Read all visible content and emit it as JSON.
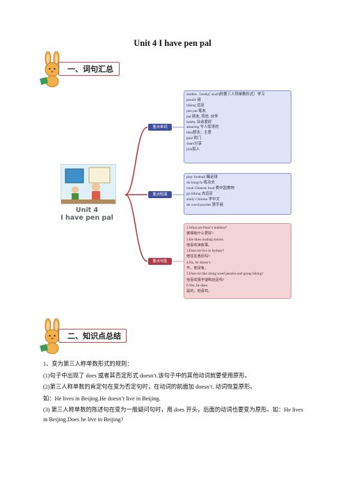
{
  "title": "Unit 4 I have pen pal",
  "sections": [
    {
      "label": "一、词句汇总"
    },
    {
      "label": "二、知识点总结"
    }
  ],
  "mindmap": {
    "root_line1": "Unit 4",
    "root_line2": "I have pen pal",
    "branches": [
      {
        "label": "重点单词",
        "items": [
          "studies（study[ˈstʌdi]的第三人称单数形式）学习",
          "puzzle 谜",
          "hiking 远足",
          "pen pal 笔友",
          "pal 朋友, 同志, 伙伴",
          "hobby 业余爱好",
          "amazing 令人惊讶的",
          "idea想法；主意",
          "goal 射门",
          "share分享",
          "join加入"
        ]
      },
      {
        "label": "重点短语",
        "items": [
          "play football 踢足球",
          "do kung fu 练功夫",
          "cook Chinese food 煮中国食物",
          "go hiking 去远足",
          "study Chinese 学中文",
          "do word puzzles 猜字谜"
        ]
      },
      {
        "label": "重点句型",
        "items": [
          "1.What are Peter’s hobbies?",
          "彼得有什么爱好?",
          "2.He likes reading stories.",
          "他喜欢读故事。",
          "3.Does he live in Sydney?",
          "他住在悉尼吗?",
          "4.No, he doesn’t.",
          "不，他没有。",
          "5.Does he like doing word puzzles and going hiking?",
          "他喜欢猜字谜和远足吗?",
          "6.Yes, he does.",
          "是的，他喜欢。"
        ]
      }
    ]
  },
  "content": {
    "p1": "1、变为第三人称单数形式的规则：",
    "p2": "(1)句子中出现了 does 或者其否定形式 doesn’t.该句子中的其他动词就要使用原形。",
    "p3": "(2)第三人称单数的肯定句在变为否定句时，在动词的前面加 doesn’t. 动词恢复原形。",
    "p4": "如：He lives in Beijing.He doesn’t live in Beijing.",
    "p5": "(3) 第三人称单数的陈述句在变为一般疑问句时，用 does 开头，后面的动词也要变为原形。如：He lives in Beijing.Does he live in Beijing?"
  },
  "colors": {
    "section_border": "#c84b4b",
    "node_blue": "#3f4fa0",
    "node_red": "#b23a48",
    "line_red": "#b23a48",
    "box_blue": "#dfe3f7",
    "box_red": "#f3d4d6"
  }
}
